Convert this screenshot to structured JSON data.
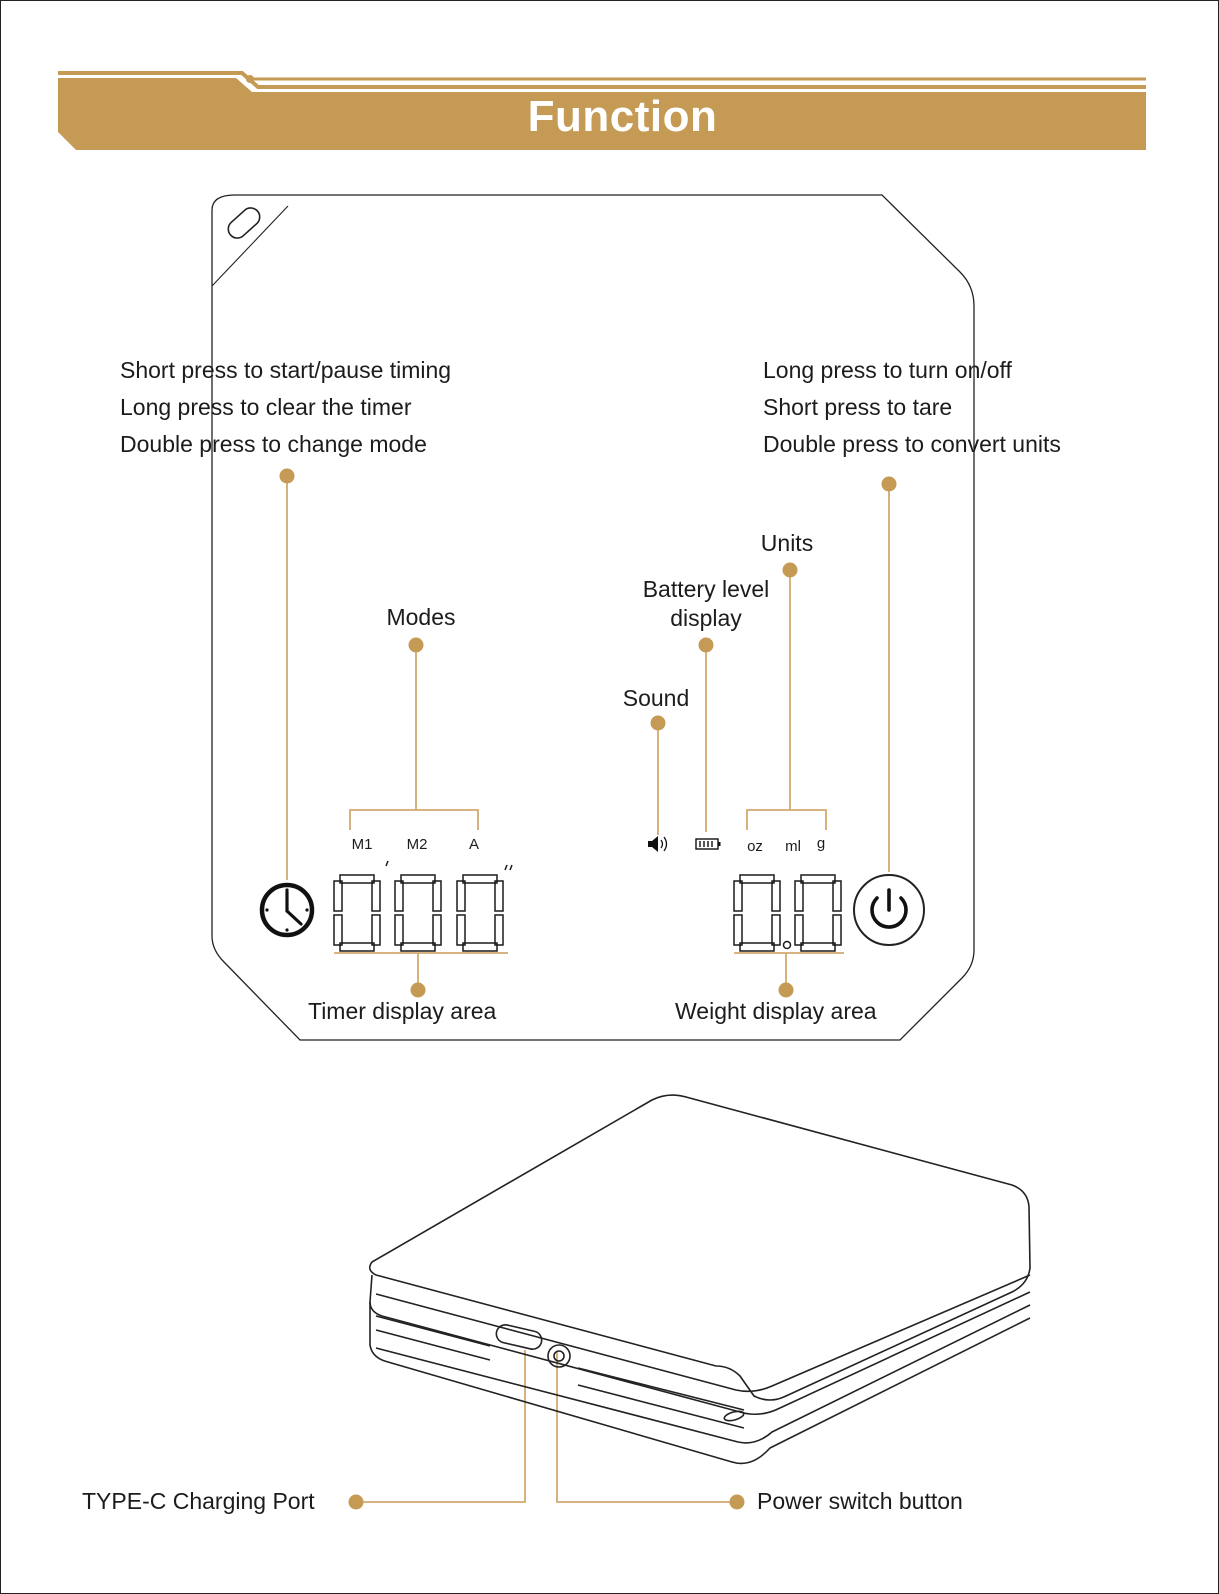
{
  "header": {
    "title": "Function"
  },
  "colors": {
    "accent": "#c59a54",
    "line": "#d4aa6e",
    "ink": "#1c1c1c"
  },
  "timer_button": {
    "lines": [
      "Short press to start/pause timing",
      "Long press to clear the timer",
      "Double press to change mode"
    ],
    "icon": "clock-icon"
  },
  "power_button": {
    "lines": [
      "Long press to turn on/off",
      "Short press to tare",
      "Double press to convert units"
    ],
    "icon": "power-icon"
  },
  "labels": {
    "modes": "Modes",
    "units": "Units",
    "battery_line1": "Battery level",
    "battery_line2": "display",
    "sound": "Sound",
    "timer_area": "Timer display area",
    "weight_area": "Weight display area"
  },
  "modes": [
    "M1",
    "M2",
    "A"
  ],
  "units": [
    "oz",
    "ml",
    "g"
  ],
  "ports": {
    "type_c": "TYPE-C Charging Port",
    "power_switch": "Power switch button"
  }
}
